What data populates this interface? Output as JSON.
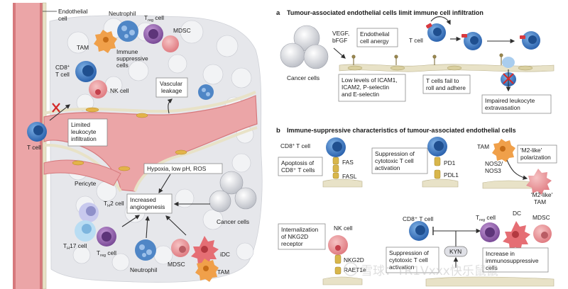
{
  "left_panel": {
    "endothelial_cell": "Endothelial\ncell",
    "neutrophil_top": "Neutrophil",
    "treg_top_main": "T",
    "treg_top_sub": "reg",
    "treg_top_suffix": " cell",
    "mdsc_top": "MDSC",
    "tam_top": "TAM",
    "immune_suppressive": "Immune\nsuppressive\ncells",
    "cd8_main": "CD8",
    "cd8_sup": "+",
    "cd8_rest": "T cell",
    "nk_cell": "NK cell",
    "vascular_leakage": "Vascular\nleakage",
    "t_cell": "T cell",
    "limited_infiltration": "Limited\nleukocyte\ninfiltration",
    "pericyte": "Pericyte",
    "hypoxia": "Hypoxia, low pH, ROS",
    "increased_angiogenesis": "Increased\nangiogenesis",
    "th2_main": "T",
    "th2_sub": "H",
    "th2_suffix": "2 cell",
    "th17_main": "T",
    "th17_sub": "H",
    "th17_suffix": "17 cell",
    "treg_bottom_main": "T",
    "treg_bottom_sub": "reg",
    "treg_bottom_suffix": " cell",
    "neutrophil_bottom": "Neutrophil",
    "mdsc_bottom": "MDSC",
    "idc": "iDC",
    "tam_bottom": "TAM",
    "cancer_cells": "Cancer cells"
  },
  "panel_a": {
    "letter": "a",
    "title": "Tumour-associated endothelial cells limit immune cell infiltration",
    "cancer_cells": "Cancer cells",
    "vegf_bfgf": "VEGF,\nbFGF",
    "anergy": "Endothelial\ncell anergy",
    "t_cell": "T cell",
    "low_levels": "Low levels of ICAM1,\nICAM2, P-selectin\nand E-selectin",
    "fail_roll": "T cells fail to\nroll and adhere",
    "impaired": "Impaired leukocyte\nextravasation"
  },
  "panel_b": {
    "letter": "b",
    "title": "Immune-suppressive characteristics of tumour-associated endothelial cells",
    "cd8_main": "CD8",
    "cd8_sup": "+",
    "cd8_rest": " T cell",
    "apoptosis": "Apoptosis of\nCD8⁺ T cells",
    "fas": "FAS",
    "fasl": "FASL",
    "suppression_activation": "Suppression of\ncytotoxic T cell\nactivation",
    "pd1": "PD1",
    "pdl1": "PDL1",
    "tam": "TAM",
    "nos": "NOS2/\nNOS3",
    "m2_polarization": "'M2-like'\npolarization",
    "m2_tam": "'M2-like'\nTAM",
    "internalization": "Internalization\nof NKG2D\nreceptor",
    "nk_cell": "NK cell",
    "nkg2d": "NKG2D",
    "raet1e": "RAET1e",
    "cd8_bottom": "CD8⁺ T cell",
    "treg_main": "T",
    "treg_sub": "reg",
    "treg_suffix": " cell",
    "dc": "DC",
    "mdsc": "MDSC",
    "kyn": "KYN",
    "suppression_activation2": "Suppression of\ncytotoxic T cell\nactivation",
    "increase_immuno": "Increase in\nimmunosuppressive\ncells"
  },
  "watermark": "雪球：TR1Vxxx快乐鼠鼠",
  "colors": {
    "vessel": "#e9a2a4",
    "vessel_dark": "#cf6e72",
    "tissue": "#e7e8ec",
    "t_cell": "#3b7cc7",
    "t_cell_light": "#a9cdee",
    "neutrophil": "#4f86c6",
    "treg": "#9a68b2",
    "mdsc": "#e58d92",
    "tam": "#f0a04a",
    "endothelial": "#e8e2c7",
    "pericyte": "#e3b34a"
  }
}
